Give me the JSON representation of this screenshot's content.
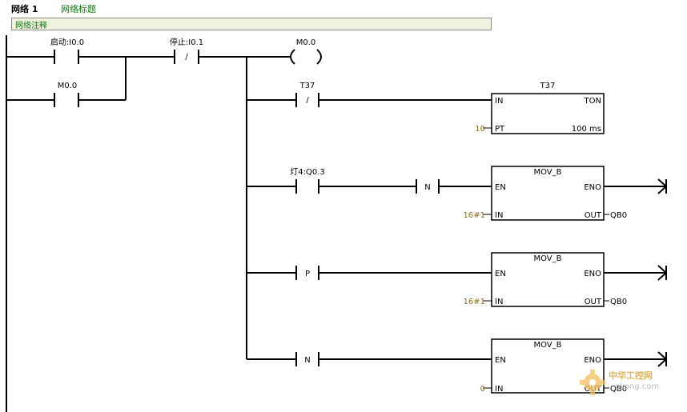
{
  "network": {
    "title": "网络 1",
    "name": "网络标题",
    "comment": "网络注释"
  },
  "contacts": {
    "start": "启动:I0.0",
    "m00": "M0.0",
    "stop": "停止:I0.1",
    "t37": "T37",
    "lamp4": "灯4:Q0.3"
  },
  "symbols": {
    "not": "/",
    "neg_edge": "N",
    "pos_edge": "P"
  },
  "coil": {
    "label": "M0.0"
  },
  "timer": {
    "name": "T37",
    "type": "TON",
    "in": "IN",
    "pt": "PT",
    "pt_value": "10",
    "base": "100 ms"
  },
  "mov": {
    "title": "MOV_B",
    "en": "EN",
    "eno": "ENO",
    "in": "IN",
    "out": "OUT",
    "mov1_in": "16#1",
    "mov1_out": "QB0",
    "mov2_in": "16#1",
    "mov2_out": "QB0",
    "mov3_in": "0",
    "mov3_out": "QB0"
  },
  "watermark": {
    "text1": "中华工控网",
    "text2": "gkong.com"
  },
  "colors": {
    "operand": "#8b6d1e",
    "title_green": "#0a7a0a",
    "comment_bg": "#f2f2e0"
  }
}
